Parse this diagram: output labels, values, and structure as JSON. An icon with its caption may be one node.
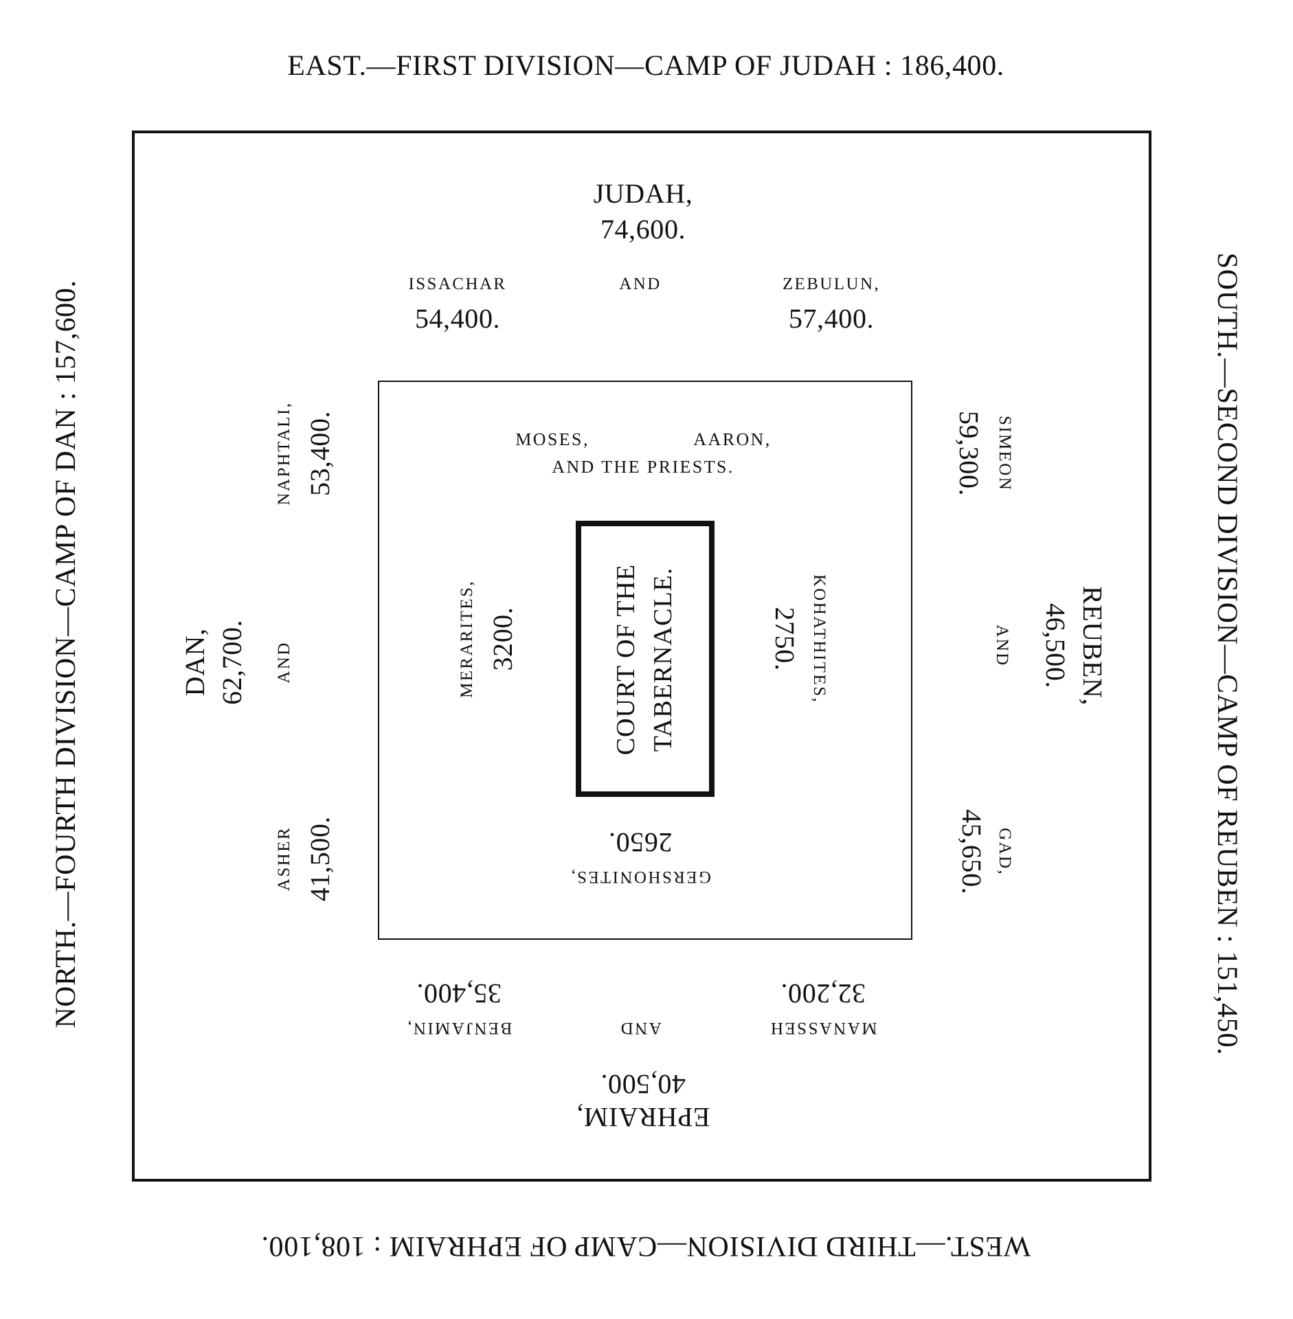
{
  "diagram": {
    "nodes": [
      {
        "text": [],
        "shape": "box"
      },
      {
        "text": [],
        "shape": "box",
        "in": 0
      },
      {
        "text": [
          "COURT OF THE TABERNACLE."
        ],
        "in": 1
      }
    ],
    "labels": [
      "EAST.—FIRST DIVISION—CAMP OF JUDAH : 186,400.",
      "NORTH.—FOURTH DIVISION—CAMP OF DAN : 157,600.",
      "SOUTH.—SECOND DIVISION—CAMP OF REUBEN : 151,450.",
      "JUDAH,",
      "74,600.",
      "ISSACHAR",
      "AND",
      "ZEBULUN,",
      "54,400.",
      "57,400.",
      "NAPHTALI,",
      "53,400.",
      "MOSES,",
      "AARON,",
      "AND THE PRIESTS.",
      "SIMEON",
      "59,300.",
      "DAN,",
      "62,700.",
      "AND",
      "MERARITES,",
      "3200.",
      "KOHATHITES,",
      "2750.",
      "REUBEN,",
      "46,500.",
      "AND",
      "ASHER",
      "41,500.",
      "GERSHONITES,",
      "2650.",
      "GAD,",
      "45,650.",
      "MANASSEH",
      "AND",
      "BENJAMIN,",
      "32,200.",
      "35,400.",
      "EPHRAIM,",
      "40,500.",
      "WEST.—THIRD DIVISION—CAMP OF EPHRAIM : 108,100."
    ]
  }
}
